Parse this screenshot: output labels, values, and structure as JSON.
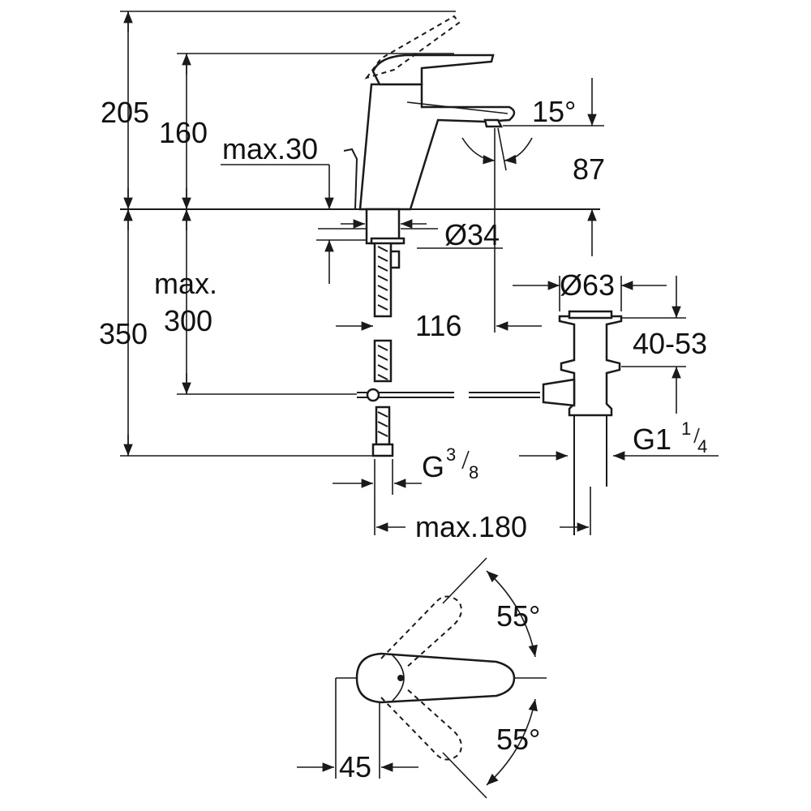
{
  "dimensions": {
    "d205": "205",
    "d160": "160",
    "max30": "max.30",
    "d15deg": "15°",
    "d87": "87",
    "d34": "Ø34",
    "d63": "Ø63",
    "max_label": "max.",
    "d300": "300",
    "d350": "350",
    "d116": "116",
    "d40_53": "40-53",
    "g_label": "G",
    "g38_num": "3",
    "g38_den": "8",
    "g1_label": "G1",
    "g114_num": "1",
    "g114_den": "4",
    "max180": "max.180",
    "d55_top": "55°",
    "d55_bottom": "55°",
    "d45": "45"
  },
  "colors": {
    "line": "#1a1a1a",
    "background": "#ffffff"
  }
}
